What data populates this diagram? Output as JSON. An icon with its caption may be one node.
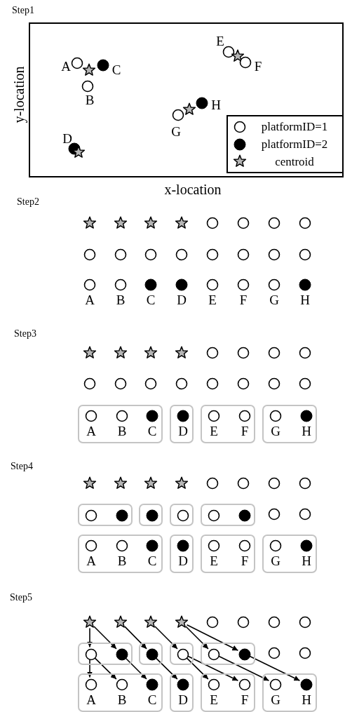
{
  "diagram": {
    "nodes": [
      {
        "text": [],
        "shape": "box"
      },
      {
        "text": [],
        "shape": "circle",
        "in": 0,
        "beside": [
          "E"
        ]
      },
      {
        "text": [],
        "shape": "star",
        "in": 0
      },
      {
        "text": [],
        "shape": "circle",
        "in": 0,
        "beside": [
          "F"
        ]
      },
      {
        "text": [],
        "shape": "circle",
        "in": 0,
        "beside": [
          "A"
        ]
      },
      {
        "text": [],
        "shape": "dot",
        "in": 0,
        "beside": [
          "C"
        ]
      },
      {
        "text": [],
        "shape": "star",
        "in": 0
      },
      {
        "text": [],
        "shape": "circle",
        "in": 0,
        "beside": [
          "B"
        ]
      },
      {
        "text": [],
        "shape": "dot",
        "in": 0,
        "beside": [
          "H"
        ]
      },
      {
        "text": [],
        "shape": "star",
        "in": 0
      },
      {
        "text": [],
        "shape": "circle",
        "in": 0,
        "beside": [
          "G"
        ]
      },
      {
        "text": [],
        "shape": "dot",
        "in": 0,
        "beside": [
          "D"
        ]
      },
      {
        "text": [],
        "shape": "star",
        "in": 0
      },
      {
        "text": [],
        "shape": "star"
      },
      {
        "text": [],
        "shape": "star"
      },
      {
        "text": [],
        "shape": "star"
      },
      {
        "text": [],
        "shape": "star"
      },
      {
        "text": [],
        "shape": "circle"
      },
      {
        "text": [],
        "shape": "circle"
      },
      {
        "text": [],
        "shape": "circle"
      },
      {
        "text": [],
        "shape": "circle"
      },
      {
        "text": [],
        "shape": "circle"
      },
      {
        "text": [],
        "shape": "circle"
      },
      {
        "text": [],
        "shape": "circle"
      },
      {
        "text": [],
        "shape": "circle"
      },
      {
        "text": [],
        "shape": "circle"
      },
      {
        "text": [],
        "shape": "circle"
      },
      {
        "text": [],
        "shape": "circle"
      },
      {
        "text": [],
        "shape": "circle"
      },
      {
        "text": [],
        "shape": "circle",
        "beside": [
          "A"
        ]
      },
      {
        "text": [],
        "shape": "circle",
        "beside": [
          "B"
        ]
      },
      {
        "text": [],
        "shape": "dot",
        "beside": [
          "C"
        ]
      },
      {
        "text": [],
        "shape": "dot",
        "beside": [
          "D"
        ]
      },
      {
        "text": [],
        "shape": "circle",
        "beside": [
          "E"
        ]
      },
      {
        "text": [],
        "shape": "circle",
        "beside": [
          "F"
        ]
      },
      {
        "text": [],
        "shape": "circle",
        "beside": [
          "G"
        ]
      },
      {
        "text": [],
        "shape": "dot",
        "beside": [
          "H"
        ]
      },
      {
        "text": [],
        "shape": "star"
      },
      {
        "text": [],
        "shape": "star"
      },
      {
        "text": [],
        "shape": "star"
      },
      {
        "text": [],
        "shape": "star"
      },
      {
        "text": [],
        "shape": "circle"
      },
      {
        "text": [],
        "shape": "circle"
      },
      {
        "text": [],
        "shape": "circle"
      },
      {
        "text": [],
        "shape": "circle"
      },
      {
        "text": [],
        "shape": "circle"
      },
      {
        "text": [],
        "shape": "circle"
      },
      {
        "text": [],
        "shape": "circle"
      },
      {
        "text": [],
        "shape": "circle"
      },
      {
        "text": [],
        "shape": "circle"
      },
      {
        "text": [],
        "shape": "circle"
      },
      {
        "text": [],
        "shape": "circle"
      },
      {
        "text": [],
        "shape": "circle"
      },
      {
        "text": [],
        "shape": "box"
      },
      {
        "text": [],
        "shape": "circle",
        "in": 53,
        "beside": [
          "A"
        ]
      },
      {
        "text": [],
        "shape": "circle",
        "in": 53,
        "beside": [
          "B"
        ]
      },
      {
        "text": [],
        "shape": "dot",
        "in": 53,
        "beside": [
          "C"
        ]
      },
      {
        "text": [],
        "shape": "box"
      },
      {
        "text": [],
        "shape": "dot",
        "in": 57,
        "beside": [
          "D"
        ]
      },
      {
        "text": [],
        "shape": "box"
      },
      {
        "text": [],
        "shape": "circle",
        "in": 59,
        "beside": [
          "E"
        ]
      },
      {
        "text": [],
        "shape": "circle",
        "in": 59,
        "beside": [
          "F"
        ]
      },
      {
        "text": [],
        "shape": "box"
      },
      {
        "text": [],
        "shape": "circle",
        "in": 62,
        "beside": [
          "G"
        ]
      },
      {
        "text": [],
        "shape": "dot",
        "in": 62,
        "beside": [
          "H"
        ]
      },
      {
        "text": [],
        "shape": "star"
      },
      {
        "text": [],
        "shape": "star"
      },
      {
        "text": [],
        "shape": "star"
      },
      {
        "text": [],
        "shape": "star"
      },
      {
        "text": [],
        "shape": "circle"
      },
      {
        "text": [],
        "shape": "circle"
      },
      {
        "text": [],
        "shape": "circle"
      },
      {
        "text": [],
        "shape": "circle"
      },
      {
        "text": [],
        "shape": "box"
      },
      {
        "text": [],
        "shape": "circle",
        "in": 73
      },
      {
        "text": [],
        "shape": "dot",
        "in": 73
      },
      {
        "text": [],
        "shape": "box"
      },
      {
        "text": [],
        "shape": "dot",
        "in": 76
      },
      {
        "text": [],
        "shape": "box"
      },
      {
        "text": [],
        "shape": "circle",
        "in": 78
      },
      {
        "text": [],
        "shape": "box"
      },
      {
        "text": [],
        "shape": "circle",
        "in": 80
      },
      {
        "text": [],
        "shape": "dot",
        "in": 80
      },
      {
        "text": [],
        "shape": "circle"
      },
      {
        "text": [],
        "shape": "circle"
      },
      {
        "text": [],
        "shape": "box"
      },
      {
        "text": [],
        "shape": "circle",
        "in": 85,
        "beside": [
          "A"
        ]
      },
      {
        "text": [],
        "shape": "circle",
        "in": 85,
        "beside": [
          "B"
        ]
      },
      {
        "text": [],
        "shape": "dot",
        "in": 85,
        "beside": [
          "C"
        ]
      },
      {
        "text": [],
        "shape": "box"
      },
      {
        "text": [],
        "shape": "dot",
        "in": 89,
        "beside": [
          "D"
        ]
      },
      {
        "text": [],
        "shape": "box"
      },
      {
        "text": [],
        "shape": "circle",
        "in": 91,
        "beside": [
          "E"
        ]
      },
      {
        "text": [],
        "shape": "circle",
        "in": 91,
        "beside": [
          "F"
        ]
      },
      {
        "text": [],
        "shape": "box"
      },
      {
        "text": [],
        "shape": "circle",
        "in": 94,
        "beside": [
          "G"
        ]
      },
      {
        "text": [],
        "shape": "dot",
        "in": 94,
        "beside": [
          "H"
        ]
      },
      {
        "text": [],
        "shape": "star"
      },
      {
        "text": [],
        "shape": "star"
      },
      {
        "text": [],
        "shape": "star"
      },
      {
        "text": [],
        "shape": "star"
      },
      {
        "text": [],
        "shape": "circle"
      },
      {
        "text": [],
        "shape": "circle"
      },
      {
        "text": [],
        "shape": "circle"
      },
      {
        "text": [],
        "shape": "circle"
      },
      {
        "text": [],
        "shape": "box"
      },
      {
        "text": [],
        "shape": "circle",
        "in": 105
      },
      {
        "text": [],
        "shape": "dot",
        "in": 105
      },
      {
        "text": [],
        "shape": "box"
      },
      {
        "text": [],
        "shape": "dot",
        "in": 108
      },
      {
        "text": [],
        "shape": "box"
      },
      {
        "text": [],
        "shape": "circle",
        "in": 110
      },
      {
        "text": [],
        "shape": "box"
      },
      {
        "text": [],
        "shape": "circle",
        "in": 112
      },
      {
        "text": [],
        "shape": "dot",
        "in": 112
      },
      {
        "text": [],
        "shape": "circle"
      },
      {
        "text": [],
        "shape": "circle"
      },
      {
        "text": [],
        "shape": "box"
      },
      {
        "text": [],
        "shape": "circle",
        "in": 117,
        "beside": [
          "A"
        ]
      },
      {
        "text": [],
        "shape": "circle",
        "in": 117,
        "beside": [
          "B"
        ]
      },
      {
        "text": [],
        "shape": "dot",
        "in": 117,
        "beside": [
          "C"
        ]
      },
      {
        "text": [],
        "shape": "box"
      },
      {
        "text": [],
        "shape": "dot",
        "in": 121,
        "beside": [
          "D"
        ]
      },
      {
        "text": [],
        "shape": "box"
      },
      {
        "text": [],
        "shape": "circle",
        "in": 123,
        "beside": [
          "E"
        ]
      },
      {
        "text": [],
        "shape": "circle",
        "in": 123,
        "beside": [
          "F"
        ]
      },
      {
        "text": [],
        "shape": "box"
      },
      {
        "text": [],
        "shape": "circle",
        "in": 126,
        "beside": [
          "G"
        ]
      },
      {
        "text": [],
        "shape": "dot",
        "in": 126,
        "beside": [
          "H"
        ]
      }
    ],
    "edges": [
      {
        "from": 97,
        "to": 106,
        "arrow": "to"
      },
      {
        "from": 97,
        "to": 107,
        "arrow": "to"
      },
      {
        "from": 98,
        "to": 109,
        "arrow": "to"
      },
      {
        "from": 99,
        "to": 111,
        "arrow": "to"
      },
      {
        "from": 100,
        "to": 113,
        "arrow": "to"
      },
      {
        "from": 100,
        "to": 114,
        "arrow": "to"
      },
      {
        "from": 106,
        "to": 118,
        "arrow": "to"
      },
      {
        "from": 106,
        "to": 119,
        "arrow": "to"
      },
      {
        "from": 107,
        "to": 120,
        "arrow": "to"
      },
      {
        "from": 109,
        "to": 122,
        "arrow": "to"
      },
      {
        "from": 111,
        "to": 124,
        "arrow": "to"
      },
      {
        "from": 111,
        "to": 125,
        "arrow": "to"
      },
      {
        "from": 113,
        "to": 127,
        "arrow": "to"
      },
      {
        "from": 114,
        "to": 128,
        "arrow": "to"
      }
    ],
    "labels": [
      "Step1",
      "y-location",
      "x-location",
      "Step2",
      "Step3",
      "Step4",
      "Step5"
    ],
    "legend": [
      {
        "text": "platformID=1"
      },
      {
        "text": "platformID=2"
      },
      {
        "text": "centroid"
      }
    ]
  }
}
